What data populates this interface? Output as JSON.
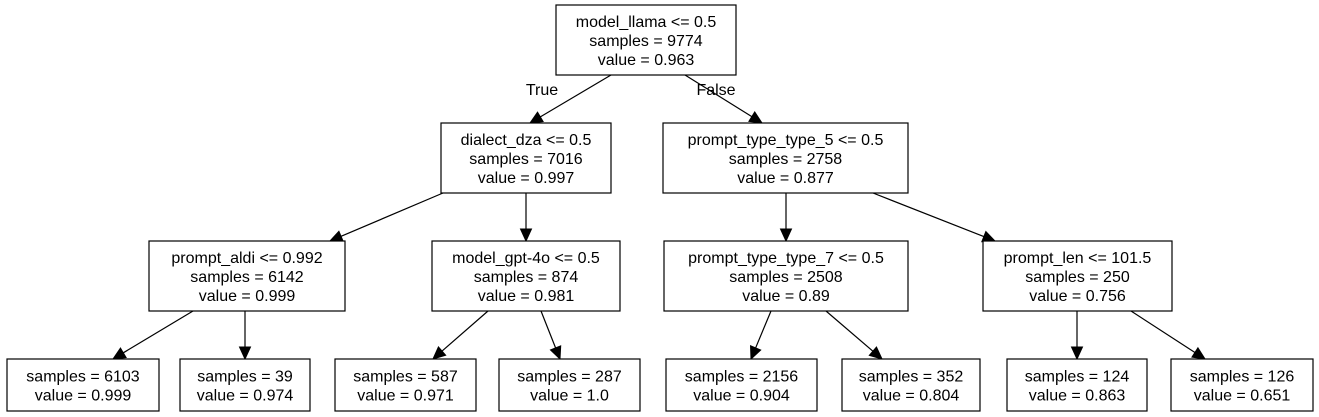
{
  "tree": {
    "nodes": [
      {
        "id": "n0",
        "lines": [
          "model_llama <= 0.5",
          "samples = 9774",
          "value = 0.963"
        ]
      },
      {
        "id": "n1",
        "lines": [
          "dialect_dza <= 0.5",
          "samples = 7016",
          "value = 0.997"
        ]
      },
      {
        "id": "n2",
        "lines": [
          "prompt_type_type_5 <= 0.5",
          "samples = 2758",
          "value = 0.877"
        ]
      },
      {
        "id": "n3",
        "lines": [
          "prompt_aldi <= 0.992",
          "samples = 6142",
          "value = 0.999"
        ]
      },
      {
        "id": "n4",
        "lines": [
          "model_gpt-4o <= 0.5",
          "samples = 874",
          "value = 0.981"
        ]
      },
      {
        "id": "n5",
        "lines": [
          "prompt_type_type_7 <= 0.5",
          "samples = 2508",
          "value = 0.89"
        ]
      },
      {
        "id": "n6",
        "lines": [
          "prompt_len <= 101.5",
          "samples = 250",
          "value = 0.756"
        ]
      },
      {
        "id": "n7",
        "lines": [
          "samples = 6103",
          "value = 0.999"
        ]
      },
      {
        "id": "n8",
        "lines": [
          "samples = 39",
          "value = 0.974"
        ]
      },
      {
        "id": "n9",
        "lines": [
          "samples = 587",
          "value = 0.971"
        ]
      },
      {
        "id": "n10",
        "lines": [
          "samples = 287",
          "value = 1.0"
        ]
      },
      {
        "id": "n11",
        "lines": [
          "samples = 2156",
          "value = 0.904"
        ]
      },
      {
        "id": "n12",
        "lines": [
          "samples = 352",
          "value = 0.804"
        ]
      },
      {
        "id": "n13",
        "lines": [
          "samples = 124",
          "value = 0.863"
        ]
      },
      {
        "id": "n14",
        "lines": [
          "samples = 126",
          "value = 0.651"
        ]
      }
    ],
    "edges": [
      {
        "from": "n0",
        "to": "n1",
        "label": "True"
      },
      {
        "from": "n0",
        "to": "n2",
        "label": "False"
      },
      {
        "from": "n1",
        "to": "n3",
        "label": ""
      },
      {
        "from": "n1",
        "to": "n4",
        "label": ""
      },
      {
        "from": "n2",
        "to": "n5",
        "label": ""
      },
      {
        "from": "n2",
        "to": "n6",
        "label": ""
      },
      {
        "from": "n3",
        "to": "n7",
        "label": ""
      },
      {
        "from": "n3",
        "to": "n8",
        "label": ""
      },
      {
        "from": "n4",
        "to": "n9",
        "label": ""
      },
      {
        "from": "n4",
        "to": "n10",
        "label": ""
      },
      {
        "from": "n5",
        "to": "n11",
        "label": ""
      },
      {
        "from": "n5",
        "to": "n12",
        "label": ""
      },
      {
        "from": "n6",
        "to": "n13",
        "label": ""
      },
      {
        "from": "n6",
        "to": "n14",
        "label": ""
      }
    ]
  }
}
